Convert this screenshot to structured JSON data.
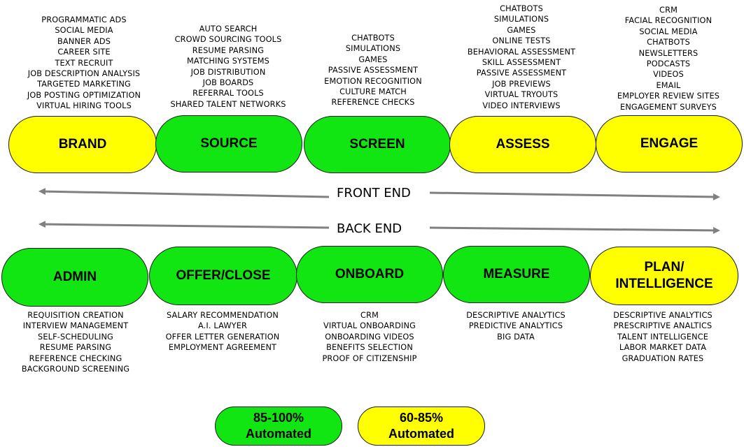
{
  "front_stages": [
    {
      "label": "BRAND",
      "color": "yellow",
      "items": [
        "PROGRAMMATIC ADS",
        "SOCIAL MEDIA",
        "BANNER ADS",
        "CAREER SITE",
        "TEXT RECRUIT",
        "JOB DESCRIPTION ANALYSIS",
        "TARGETED MARKETING",
        "JOB POSTING OPTIMIZATION",
        "VIRTUAL HIRING TOOLS"
      ]
    },
    {
      "label": "SOURCE",
      "color": "green",
      "items": [
        "AUTO SEARCH",
        "CROWD SOURCING TOOLS",
        "RESUME PARSING",
        "MATCHING SYSTEMS",
        "JOB DISTRIBUTION",
        "JOB BOARDS",
        "REFERRAL TOOLS",
        "SHARED TALENT NETWORKS"
      ]
    },
    {
      "label": "SCREEN",
      "color": "green",
      "items": [
        "CHATBOTS",
        "SIMULATIONS",
        "GAMES",
        "PASSIVE ASSESSMENT",
        "EMOTION RECOGNITION",
        "CULTURE MATCH",
        "REFERENCE CHECKS"
      ]
    },
    {
      "label": "ASSESS",
      "color": "yellow",
      "items": [
        "CHATBOTS",
        "SIMULATIONS",
        "GAMES",
        "ONLINE TESTS",
        "BEHAVIORAL ASSESSMENT",
        "SKILL ASSESSMENT",
        "PASSIVE ASSESSMENT",
        "JOB PREVIEWS",
        "VIRTUAL TRYOUTS",
        "VIDEO INTERVIEWS"
      ]
    },
    {
      "label": "ENGAGE",
      "color": "yellow",
      "items": [
        "CRM",
        "FACIAL RECOGNITION",
        "SOCIAL MEDIA",
        "CHATBOTS",
        "NEWSLETTERS",
        "PODCASTS",
        "VIDEOS",
        "EMAIL",
        "EMPLOYER REVIEW SITES",
        "ENGAGEMENT SURVEYS"
      ]
    }
  ],
  "back_stages": [
    {
      "label": "ADMIN",
      "color": "green",
      "items": [
        "REQUISITION CREATION",
        "INTERVIEW MANAGEMENT",
        "SELF-SCHEDULING",
        "RESUME PARSING",
        "REFERENCE CHECKING",
        "BACKGROUND SCREENING"
      ]
    },
    {
      "label": "OFFER/CLOSE",
      "color": "green",
      "items": [
        "SALARY RECOMMENDATION",
        "A.I. LAWYER",
        "OFFER LETTER GENERATION",
        "EMPLOYMENT AGREEMENT"
      ]
    },
    {
      "label": "ONBOARD",
      "color": "green",
      "items": [
        "CRM",
        "VIRTUAL ONBOARDING",
        "ONBOARDING VIDEOS",
        "BENEFITS SELECTION",
        "PROOF OF CITIZENSHIP"
      ]
    },
    {
      "label": "MEASURE",
      "color": "green",
      "items": [
        "DESCRIPTIVE ANALYTICS",
        "PREDICTIVE ANALYTICS",
        "BIG DATA"
      ]
    },
    {
      "label": "PLAN/ INTELLIGENCE",
      "label_line1": "PLAN/",
      "label_line2": "INTELLIGENCE",
      "color": "yellow",
      "items": [
        "DESCRIPTIVE ANALYTICS",
        "PRESCRIPTIVE ANALTICS",
        "TALENT INTELLIGENCE",
        "LABOR MARKET DATA",
        "GRADUATION RATES"
      ]
    }
  ],
  "axes": {
    "front": "FRONT END",
    "back": "BACK END"
  },
  "legend": [
    {
      "line1": "85-100%",
      "line2": "Automated",
      "color": "green"
    },
    {
      "line1": "60-85%",
      "line2": "Automated",
      "color": "yellow"
    }
  ],
  "colors": {
    "green": "#12e612",
    "yellow": "#ffff00",
    "arrow": "#808080"
  }
}
